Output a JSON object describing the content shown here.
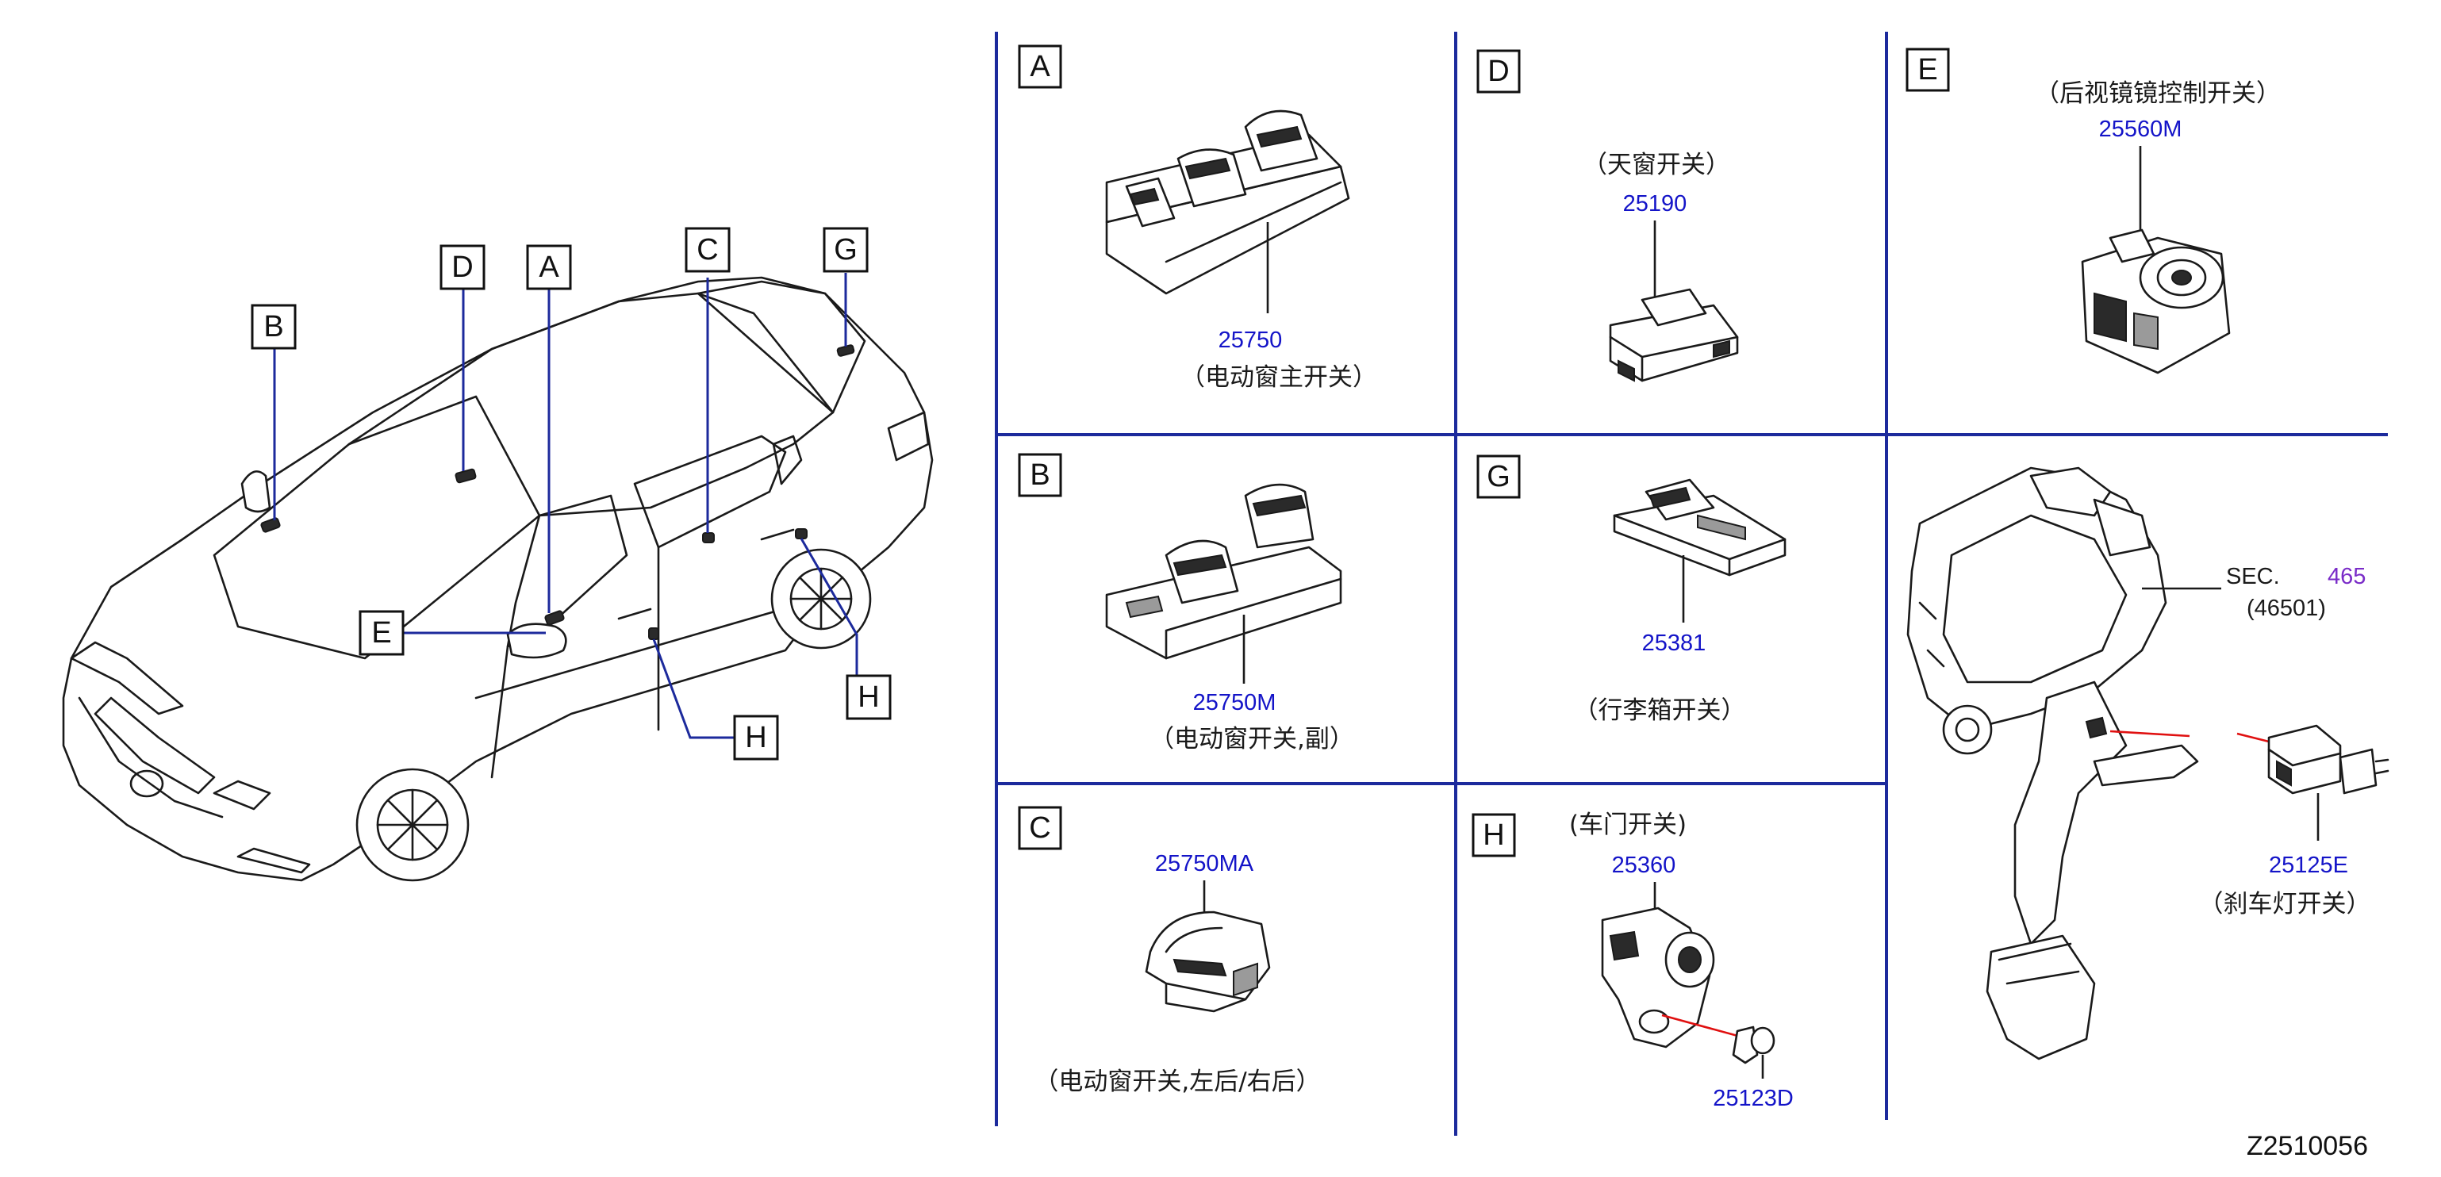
{
  "diagram_code": "Z2510056",
  "car_callouts": [
    {
      "letter": "B"
    },
    {
      "letter": "D"
    },
    {
      "letter": "A"
    },
    {
      "letter": "C"
    },
    {
      "letter": "G"
    },
    {
      "letter": "E"
    },
    {
      "letter": "H"
    },
    {
      "letter": "H"
    }
  ],
  "panels": {
    "A": {
      "letter": "A",
      "part_number": "25750",
      "label": "（电动窗主开关）"
    },
    "D": {
      "letter": "D",
      "part_number": "25190",
      "label": "（天窗开关）"
    },
    "E": {
      "letter": "E",
      "part_number": "25560M",
      "label": "（后视镜镜控制开关）"
    },
    "B": {
      "letter": "B",
      "part_number": "25750M",
      "label": "（电动窗开关,副）"
    },
    "G": {
      "letter": "G",
      "part_number": "25381",
      "label": "（行李箱开关）"
    },
    "C": {
      "letter": "C",
      "part_number": "25750MA",
      "label": "（电动窗开关,左后/右后）"
    },
    "H": {
      "letter": "H",
      "part_number": "25360",
      "part_number_2": "25123D",
      "label": "(车门开关)"
    },
    "brake": {
      "sec_label": "SEC.",
      "sec_number": "465",
      "sec_sub": "(46501)",
      "part_number": "25125E",
      "label": "（刹车灯开关）"
    }
  }
}
